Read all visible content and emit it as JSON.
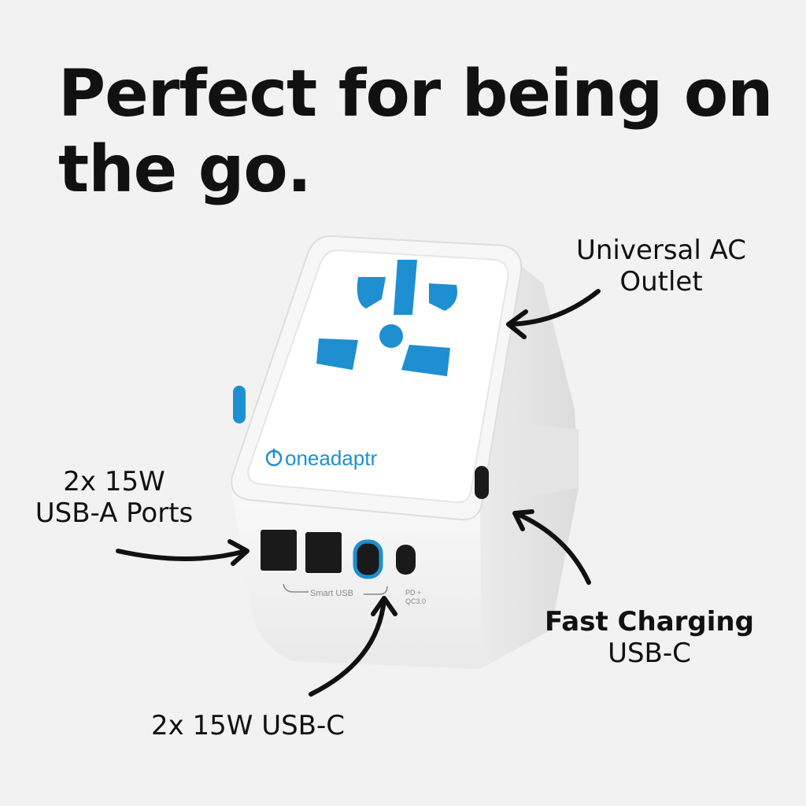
{
  "headline": {
    "line1": "Perfect for being on",
    "line2": "the go."
  },
  "callouts": {
    "ac_outlet": {
      "line1": "Universal AC",
      "line2": "Outlet"
    },
    "usb_a": {
      "line1": "2x 15W",
      "line2": "USB-A Ports"
    },
    "fast_charging": {
      "line1": "Fast Charging",
      "line2": "USB-C"
    },
    "usb_c": {
      "line1": "2x 15W USB-C"
    }
  },
  "product": {
    "brand": "oneadaptr",
    "port_label_smart": "Smart USB",
    "port_label_pd": "PD +",
    "port_label_qc": "QC3.0"
  },
  "colors": {
    "background": "#f2f2f2",
    "accent_blue": "#1e8fd0",
    "text": "#111111"
  }
}
